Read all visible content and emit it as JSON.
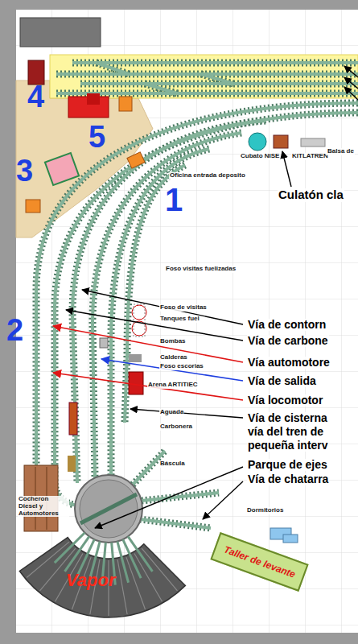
{
  "diagram": {
    "nodes": [
      {
        "text": [
          "Vapor"
        ]
      },
      {
        "text": [
          "Taller de levante"
        ]
      }
    ],
    "labels": [
      "4",
      "5",
      "Cubato NISE",
      "KITLATREN",
      "Balsa de",
      "3",
      "Oficina entrada deposito",
      "1",
      "Culatón cla",
      "Foso visitas fuelizadas",
      "Foso de visitas",
      "Tanques fuel",
      "Vía de contorn",
      "2",
      "Vía de carbone",
      "Bombas",
      "Calderas",
      "Foso escorias",
      "Vía automotore",
      "Vía de salida",
      "Arena ARTITIEC",
      "Vía locomotor",
      "Aguada",
      "Vía de cisterna",
      "vía del tren de",
      "Carbonera",
      "pequeña interv",
      "Báscula",
      "Parque de ejes",
      "Vía de chatarra",
      "Cocheron Diesel y Automotores",
      "Dormitorios"
    ]
  }
}
